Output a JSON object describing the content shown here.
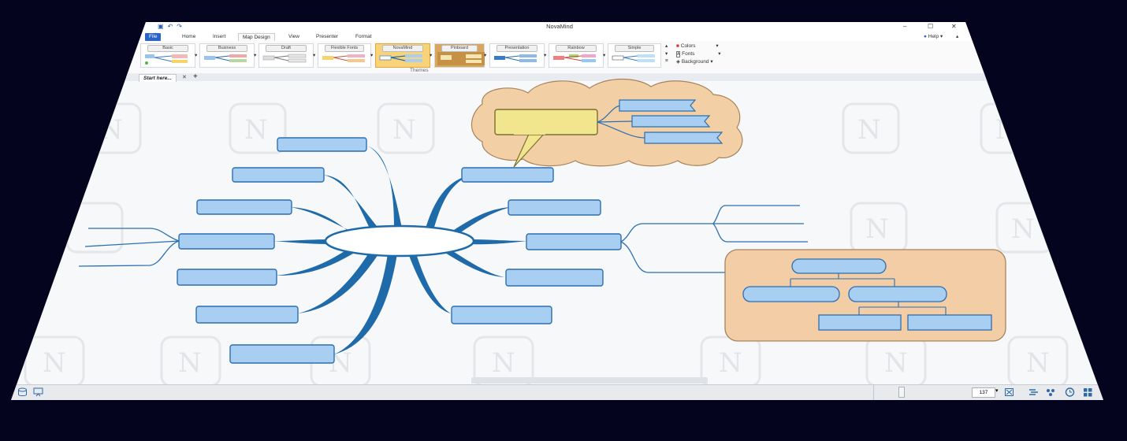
{
  "app": {
    "title": "NovaMind"
  },
  "ribbon": {
    "tabs": [
      {
        "label": "File"
      },
      {
        "label": "Home"
      },
      {
        "label": "Insert"
      },
      {
        "label": "Map Design"
      },
      {
        "label": "View"
      },
      {
        "label": "Presenter"
      },
      {
        "label": "Format"
      }
    ],
    "active_tab": "Map Design",
    "help_label": "Help",
    "themes": [
      {
        "name": "Basic"
      },
      {
        "name": "Business"
      },
      {
        "name": "Draft"
      },
      {
        "name": "Flexible Fonts"
      },
      {
        "name": "NovaMind"
      },
      {
        "name": "Pinboard"
      },
      {
        "name": "Presentation"
      },
      {
        "name": "Rainbow"
      },
      {
        "name": "Simple"
      }
    ],
    "selected_theme": "NovaMind",
    "group_label": "Themes",
    "side_options": [
      {
        "label": "Colors"
      },
      {
        "label": "Fonts"
      },
      {
        "label": "Background"
      }
    ]
  },
  "document": {
    "tab_label": "Start here...",
    "close_glyph": "✕",
    "add_glyph": "+"
  },
  "status": {
    "zoom": "137"
  },
  "colors": {
    "branch": "#1f6aa8",
    "topic_fill": "#a8cff2",
    "topic_stroke": "#2c6fb0",
    "cloud_fill": "#f3cfa6",
    "callout_fill": "#f1e68e",
    "group_fill": "#f2cda6"
  }
}
